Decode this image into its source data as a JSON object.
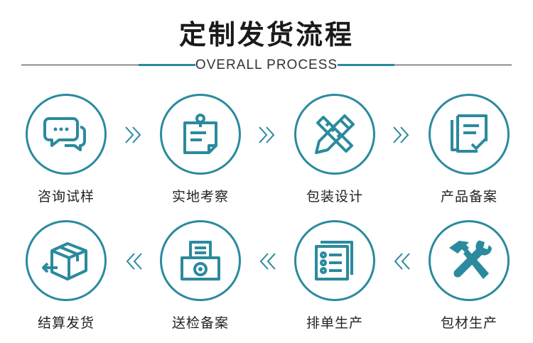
{
  "header": {
    "title": "定制发货流程",
    "subtitle": "OVERALL PROCESS"
  },
  "accent_color": "#2b8a9e",
  "steps_row1": [
    {
      "label": "咨询试样",
      "icon": "chat-bubbles-icon"
    },
    {
      "label": "实地考察",
      "icon": "notepad-pin-icon"
    },
    {
      "label": "包装设计",
      "icon": "pencil-ruler-icon"
    },
    {
      "label": "产品备案",
      "icon": "document-check-icon"
    }
  ],
  "steps_row2": [
    {
      "label": "结算发货",
      "icon": "shipping-box-icon"
    },
    {
      "label": "送检备案",
      "icon": "printer-icon"
    },
    {
      "label": "排单生产",
      "icon": "checklist-icon"
    },
    {
      "label": "包材生产",
      "icon": "hammer-wrench-icon"
    }
  ]
}
